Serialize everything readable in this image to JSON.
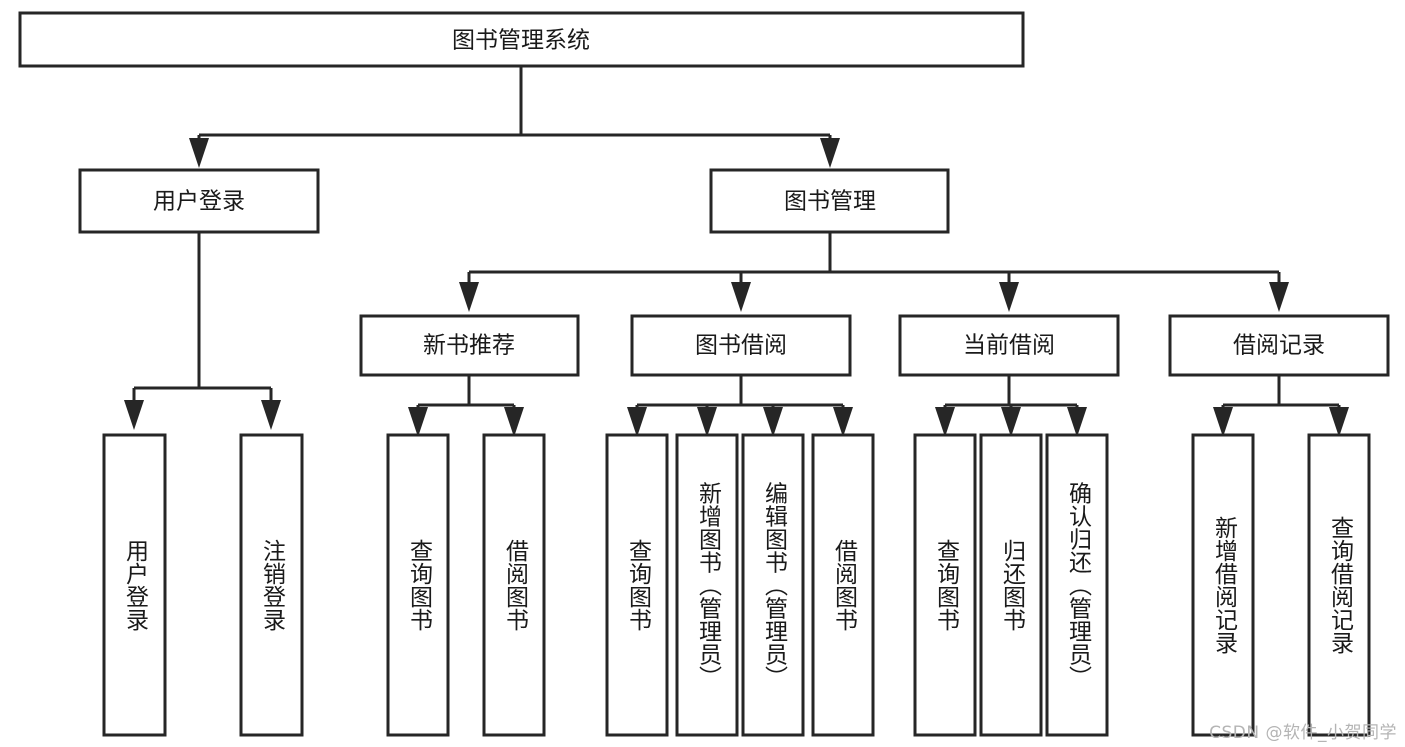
{
  "diagram": {
    "type": "tree-hierarchy",
    "title": "图书管理系统",
    "root": {
      "id": "root",
      "label": "图书管理系统"
    },
    "level2": [
      {
        "id": "user-login",
        "label": "用户登录"
      },
      {
        "id": "book-manage",
        "label": "图书管理"
      }
    ],
    "level3": [
      {
        "id": "new-book-rec",
        "label": "新书推荐",
        "parent": "book-manage"
      },
      {
        "id": "book-borrow",
        "label": "图书借阅",
        "parent": "book-manage"
      },
      {
        "id": "current-borrow",
        "label": "当前借阅",
        "parent": "book-manage"
      },
      {
        "id": "borrow-record",
        "label": "借阅记录",
        "parent": "book-manage"
      }
    ],
    "leaves": [
      {
        "id": "leaf-user-login",
        "label": "用户登录",
        "parent": "user-login"
      },
      {
        "id": "leaf-logout",
        "label": "注销登录",
        "parent": "user-login"
      },
      {
        "id": "leaf-query-book-1",
        "label": "查询图书",
        "parent": "new-book-rec"
      },
      {
        "id": "leaf-borrow-book-1",
        "label": "借阅图书",
        "parent": "new-book-rec"
      },
      {
        "id": "leaf-query-book-2",
        "label": "查询图书",
        "parent": "book-borrow"
      },
      {
        "id": "leaf-add-book",
        "label": "新增图书（管理员）",
        "parent": "book-borrow"
      },
      {
        "id": "leaf-edit-book",
        "label": "编辑图书（管理员）",
        "parent": "book-borrow"
      },
      {
        "id": "leaf-borrow-book-2",
        "label": "借阅图书",
        "parent": "book-borrow"
      },
      {
        "id": "leaf-query-book-3",
        "label": "查询图书",
        "parent": "current-borrow"
      },
      {
        "id": "leaf-return-book",
        "label": "归还图书",
        "parent": "current-borrow"
      },
      {
        "id": "leaf-confirm-return",
        "label": "确认归还（管理员）",
        "parent": "current-borrow"
      },
      {
        "id": "leaf-add-record",
        "label": "新增借阅记录",
        "parent": "borrow-record"
      },
      {
        "id": "leaf-query-record",
        "label": "查询借阅记录",
        "parent": "borrow-record"
      }
    ],
    "colors": {
      "box_fill": "#ffffff",
      "box_stroke": "#262626",
      "text": "#1a1a1a",
      "background": "#ffffff",
      "watermark": "#b4b4b4"
    }
  },
  "watermark": {
    "text": "CSDN @软件_小贺同学"
  }
}
